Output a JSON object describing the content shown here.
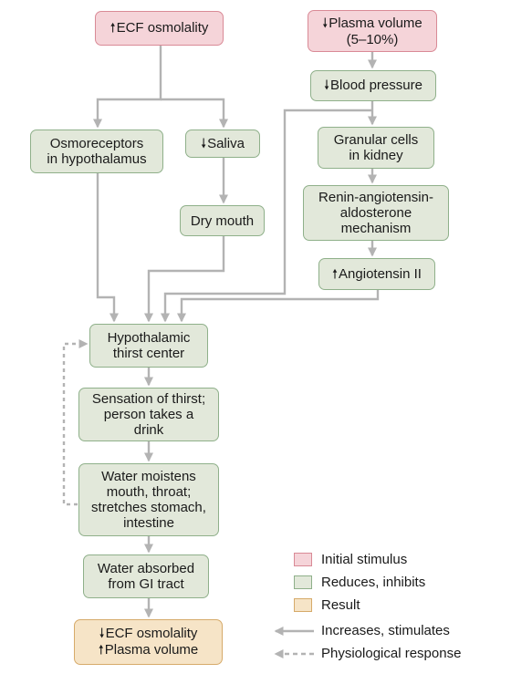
{
  "boxes": {
    "ecf_up": {
      "arrow": "🠕",
      "text": "ECF osmolality"
    },
    "plasma_down": {
      "arrow": "🠗",
      "line1": "Plasma volume",
      "line2": "(5–10%)"
    },
    "bp_down": {
      "arrow": "🠗",
      "text": "Blood pressure"
    },
    "osmoreceptors": {
      "line1": "Osmoreceptors",
      "line2": "in hypothalamus"
    },
    "saliva_down": {
      "arrow": "🠗",
      "text": "Saliva"
    },
    "granular": {
      "line1": "Granular cells",
      "line2": "in kidney"
    },
    "dry_mouth": {
      "text": "Dry mouth"
    },
    "renin": {
      "line1": "Renin-angiotensin-",
      "line2": "aldosterone",
      "line3": "mechanism"
    },
    "angiotensin": {
      "arrow": "🠕",
      "text": "Angiotensin II"
    },
    "thirst_center": {
      "line1": "Hypothalamic",
      "line2": "thirst center"
    },
    "sensation": {
      "line1": "Sensation of thirst;",
      "line2": "person takes a",
      "line3": "drink"
    },
    "moistens": {
      "line1": "Water moistens",
      "line2": "mouth, throat;",
      "line3": "stretches stomach,",
      "line4": "intestine"
    },
    "absorbed": {
      "line1": "Water absorbed",
      "line2": "from GI tract"
    },
    "result": {
      "arrow1": "🠗",
      "line1": "ECF osmolality",
      "arrow2": "🠕",
      "line2": "Plasma volume"
    }
  },
  "legend": {
    "initial": "Initial stimulus",
    "reduces": "Reduces, inhibits",
    "result": "Result",
    "increases": "Increases, stimulates",
    "physiological": "Physiological response"
  },
  "colors": {
    "stimulus_fill": "#f5d4d9",
    "reduces_fill": "#e2e8da",
    "result_fill": "#f6e4c7",
    "connector": "#b3b3b3"
  }
}
